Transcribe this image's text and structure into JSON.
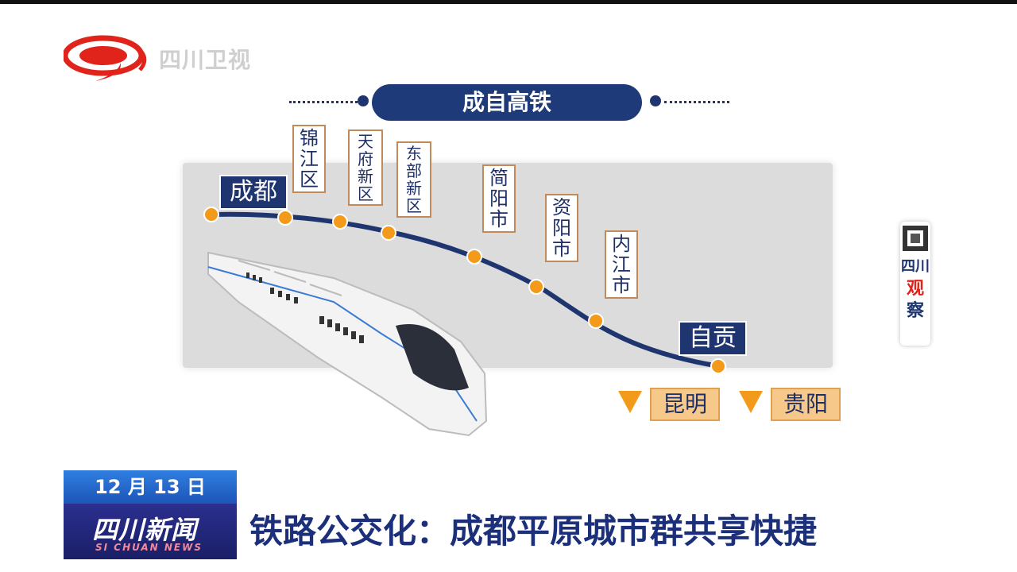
{
  "channel": {
    "logo_text": "四川卫视"
  },
  "title": "成自高铁",
  "stations": [
    {
      "name": "成都"
    },
    {
      "name": "锦江区"
    },
    {
      "name": "天府新区"
    },
    {
      "name": "东部新区"
    },
    {
      "name": "简阳市"
    },
    {
      "name": "资阳市"
    },
    {
      "name": "内江市"
    },
    {
      "name": "自贡"
    }
  ],
  "destinations": [
    {
      "name": "昆明"
    },
    {
      "name": "贵阳"
    }
  ],
  "side_badge": {
    "line1": "四川",
    "line2": "观",
    "line3": "察"
  },
  "lower_third": {
    "date": "12 月 13 日",
    "program": "四川新闻",
    "program_en": "SI CHUAN NEWS",
    "headline": "铁路公交化：成都平原城市群共享快捷"
  },
  "colors": {
    "navy": "#1f3570",
    "orange": "#f39a1a",
    "brand_red": "#e0231b"
  }
}
